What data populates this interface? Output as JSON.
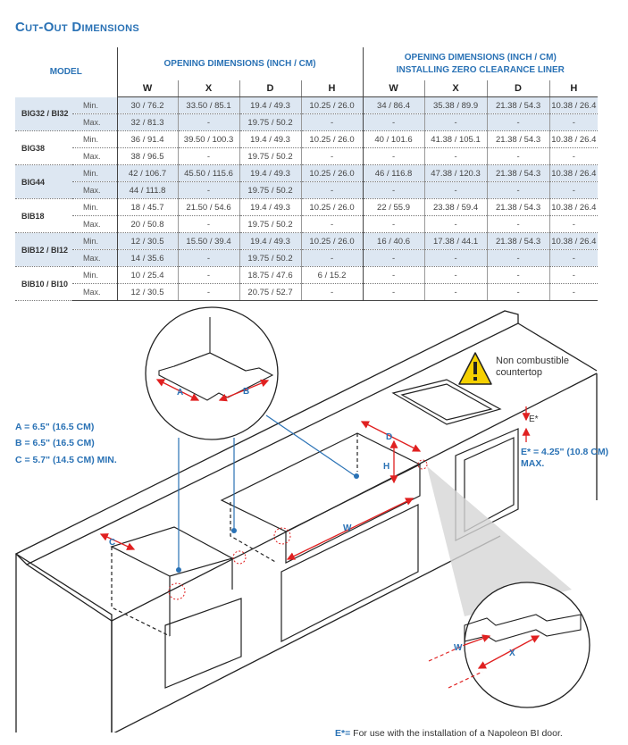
{
  "title": "Cut-Out Dimensions",
  "table": {
    "model_header": "MODEL",
    "group1": "OPENING DIMENSIONS (INCH / CM)",
    "group2_line1": "OPENING DIMENSIONS (INCH / CM)",
    "group2_line2": "INSTALLING ZERO CLEARANCE LINER",
    "columns": [
      "W",
      "X",
      "D",
      "H",
      "W",
      "X",
      "D",
      "H"
    ],
    "rows": [
      {
        "model": "BIG32 / BI32",
        "level": "Min.",
        "shade": true,
        "cells": [
          "30 / 76.2",
          "33.50 / 85.1",
          "19.4 / 49.3",
          "10.25 / 26.0",
          "34 / 86.4",
          "35.38 / 89.9",
          "21.38 / 54.3",
          "10.38 / 26.4"
        ]
      },
      {
        "model": "",
        "level": "Max.",
        "shade": true,
        "cells": [
          "32 / 81.3",
          "-",
          "19.75 / 50.2",
          "-",
          "-",
          "-",
          "-",
          "-"
        ]
      },
      {
        "model": "BIG38",
        "level": "Min.",
        "shade": false,
        "cells": [
          "36 / 91.4",
          "39.50 / 100.3",
          "19.4 / 49.3",
          "10.25 / 26.0",
          "40 / 101.6",
          "41.38 / 105.1",
          "21.38 / 54.3",
          "10.38 / 26.4"
        ]
      },
      {
        "model": "",
        "level": "Max.",
        "shade": false,
        "cells": [
          "38 / 96.5",
          "-",
          "19.75 / 50.2",
          "-",
          "-",
          "-",
          "-",
          "-"
        ]
      },
      {
        "model": "BIG44",
        "level": "Min.",
        "shade": true,
        "cells": [
          "42 / 106.7",
          "45.50 / 115.6",
          "19.4 / 49.3",
          "10.25 / 26.0",
          "46 / 116.8",
          "47.38 / 120.3",
          "21.38 / 54.3",
          "10.38 / 26.4"
        ]
      },
      {
        "model": "",
        "level": "Max.",
        "shade": true,
        "cells": [
          "44 / 111.8",
          "-",
          "19.75 / 50.2",
          "-",
          "-",
          "-",
          "-",
          "-"
        ]
      },
      {
        "model": "BIB18",
        "level": "Min.",
        "shade": false,
        "cells": [
          "18 / 45.7",
          "21.50 / 54.6",
          "19.4 / 49.3",
          "10.25 / 26.0",
          "22 / 55.9",
          "23.38 / 59.4",
          "21.38 / 54.3",
          "10.38 / 26.4"
        ]
      },
      {
        "model": "",
        "level": "Max.",
        "shade": false,
        "cells": [
          "20 / 50.8",
          "-",
          "19.75 / 50.2",
          "-",
          "-",
          "-",
          "-",
          "-"
        ]
      },
      {
        "model": "BIB12 / BI12",
        "level": "Min.",
        "shade": true,
        "cells": [
          "12 / 30.5",
          "15.50 / 39.4",
          "19.4 / 49.3",
          "10.25 / 26.0",
          "16 / 40.6",
          "17.38 / 44.1",
          "21.38 / 54.3",
          "10.38 / 26.4"
        ]
      },
      {
        "model": "",
        "level": "Max.",
        "shade": true,
        "cells": [
          "14 / 35.6",
          "-",
          "19.75 / 50.2",
          "-",
          "-",
          "-",
          "-",
          "-"
        ]
      },
      {
        "model": "BIB10 / BI10",
        "level": "Min.",
        "shade": false,
        "cells": [
          "10 / 25.4",
          "-",
          "18.75 / 47.6",
          "6 / 15.2",
          "-",
          "-",
          "-",
          "-"
        ]
      },
      {
        "model": "",
        "level": "Max.",
        "shade": false,
        "cells": [
          "12 / 30.5",
          "-",
          "20.75 / 52.7",
          "-",
          "-",
          "-",
          "-",
          "-"
        ]
      }
    ]
  },
  "diagram": {
    "dim_a": "A = 6.5\" (16.5 CM)",
    "dim_b": "B = 6.5\" (16.5 CM)",
    "dim_c": "C = 5.7\" (14.5 CM) MIN.",
    "warning_line1": "Non combustible",
    "warning_line2": "countertop",
    "e_star_label": "E*",
    "e_star_value_line1": "E* = 4.25\" (10.8 CM)",
    "e_star_value_line2": "MAX.",
    "letter_a": "A",
    "letter_b": "B",
    "letter_c": "C",
    "letter_d": "D",
    "letter_h": "H",
    "letter_w": "W",
    "letter_w2": "W",
    "letter_x": "X"
  },
  "footnote": {
    "marker": "E*=",
    "text": " For use with the installation of a Napoleon BI door."
  },
  "colors": {
    "accent": "#2a72b5",
    "shade": "#dde7f2",
    "arrow": "#e02020",
    "warning": "#f5d000"
  }
}
